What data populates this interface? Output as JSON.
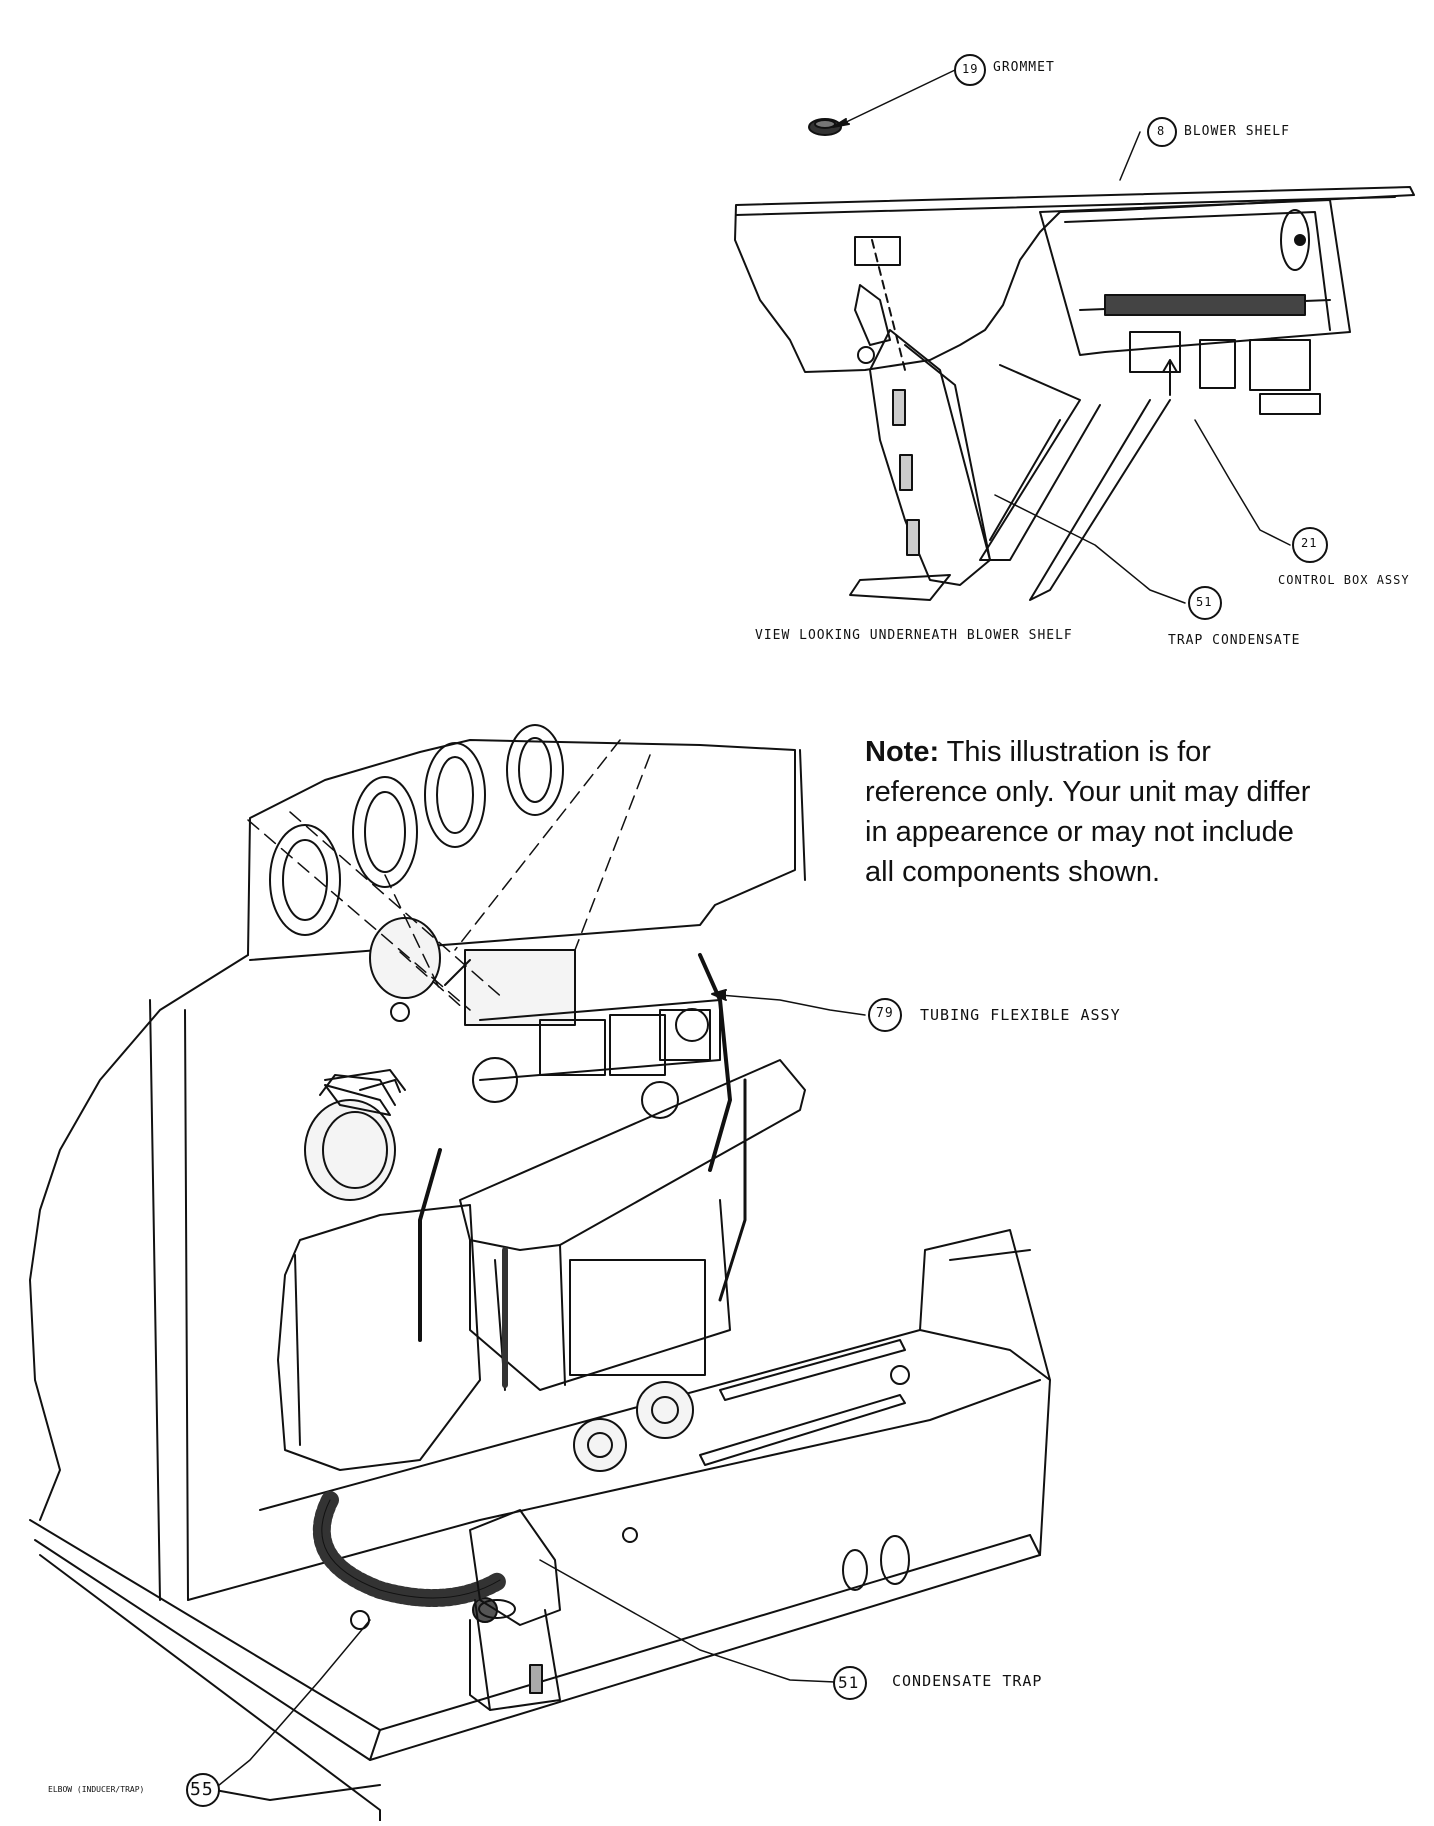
{
  "callouts": {
    "grommet": {
      "num": "19",
      "text": "GROMMET"
    },
    "blower_shelf": {
      "num": "8",
      "text": "BLOWER SHELF"
    },
    "control_box": {
      "num": "21",
      "text": "CONTROL BOX ASSY"
    },
    "trap_condensate": {
      "num": "51",
      "text": "TRAP CONDENSATE"
    },
    "tubing": {
      "num": "79",
      "text": "TUBING FLEXIBLE ASSY"
    },
    "condensate_trap": {
      "num": "51",
      "text": "CONDENSATE TRAP"
    },
    "elbow": {
      "num": "55",
      "text": "ELBOW (INDUCER/TRAP)"
    }
  },
  "view_caption": "VIEW LOOKING UNDERNEATH BLOWER SHELF",
  "note": {
    "label": "Note:",
    "text": "This illustration is for reference only. Your unit may differ in appearence or may not include all components shown."
  }
}
